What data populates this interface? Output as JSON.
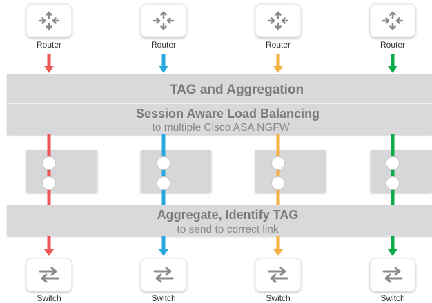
{
  "colors": {
    "red": "#ee5555",
    "blue": "#29a8df",
    "orange": "#f4b042",
    "green": "#0aac4a",
    "band": "#d9d9db",
    "band_text": "#7a7a7a",
    "icon": "#8a8a8a"
  },
  "columns": [
    {
      "router_label": "Router",
      "switch_label": "Switch",
      "color": "red"
    },
    {
      "router_label": "Router",
      "switch_label": "Switch",
      "color": "blue"
    },
    {
      "router_label": "Router",
      "switch_label": "Switch",
      "color": "orange"
    },
    {
      "router_label": "Router",
      "switch_label": "Switch",
      "color": "green"
    }
  ],
  "bands": {
    "tag_aggregation": "TAG and Aggregation",
    "load_balancing": {
      "title": "Session Aware Load Balancing",
      "subtitle": "to multiple Cisco ASA NGFW"
    },
    "aggregate": {
      "title": "Aggregate, Identify TAG",
      "subtitle": "to send to correct link"
    }
  },
  "icons": {
    "router": "router-icon",
    "switch": "switch-icon",
    "firewall": "firewall-node-icon"
  }
}
